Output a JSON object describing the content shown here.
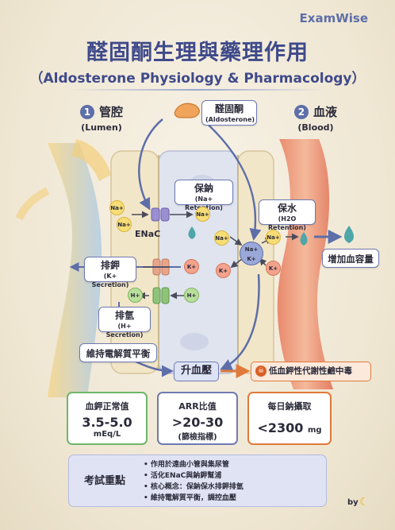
{
  "brand": "ExamWise",
  "title": {
    "zh": "醛固酮生理與藥理作用",
    "en": "（Aldosterone Physiology & Pharmacology）"
  },
  "sections": {
    "lumen": {
      "num": "1",
      "zh": "管腔",
      "en": "(Lumen)"
    },
    "blood": {
      "num": "2",
      "zh": "血液",
      "en": "(Blood)"
    }
  },
  "aldosterone": {
    "zh": "醛固酮",
    "en": "(Aldosterone)"
  },
  "na_retention": {
    "zh": "保鈉",
    "en": "(Na+ Retention)"
  },
  "h2o_retention": {
    "zh": "保水",
    "en": "(H2O Retention)"
  },
  "k_secretion": {
    "zh": "排鉀",
    "en": "(K+ Secretion)"
  },
  "h_secretion": {
    "zh": "排氫",
    "en": "(H+ Secretion)"
  },
  "enac_label": "ENaC",
  "increase_volume": "增加血容量",
  "maintain_balance": "維持電解質平衡",
  "raise_bp": "升血壓",
  "toxic": "低血鉀性代謝性鹼中毒",
  "ions": {
    "na": "Na+",
    "k": "K+",
    "h": "H+",
    "nak_top": "Na+",
    "nak_bottom": "K+"
  },
  "stats": {
    "potassium": {
      "header": "血鉀正常值",
      "value": "3.5-5.0",
      "unit": "mEq/L"
    },
    "arr": {
      "header": "ARR比值",
      "value": ">20-30",
      "unit": "(篩檢指標)"
    },
    "sodium": {
      "header": "每日鈉攝取",
      "value": "<2300",
      "unit": "mg"
    }
  },
  "exam": {
    "title": "考試重點",
    "points": [
      "作用於遠曲小管與集尿管",
      "活化ENaC與鈉鉀幫浦",
      "核心概念：保鈉保水排鉀排氫",
      "維持電解質平衡，調控血壓"
    ]
  },
  "footer": {
    "by": "by"
  },
  "colors": {
    "primary": "#3f4a8a",
    "accent": "#5d6ea8",
    "warning": "#e07a3a",
    "good": "#6fb56a"
  }
}
